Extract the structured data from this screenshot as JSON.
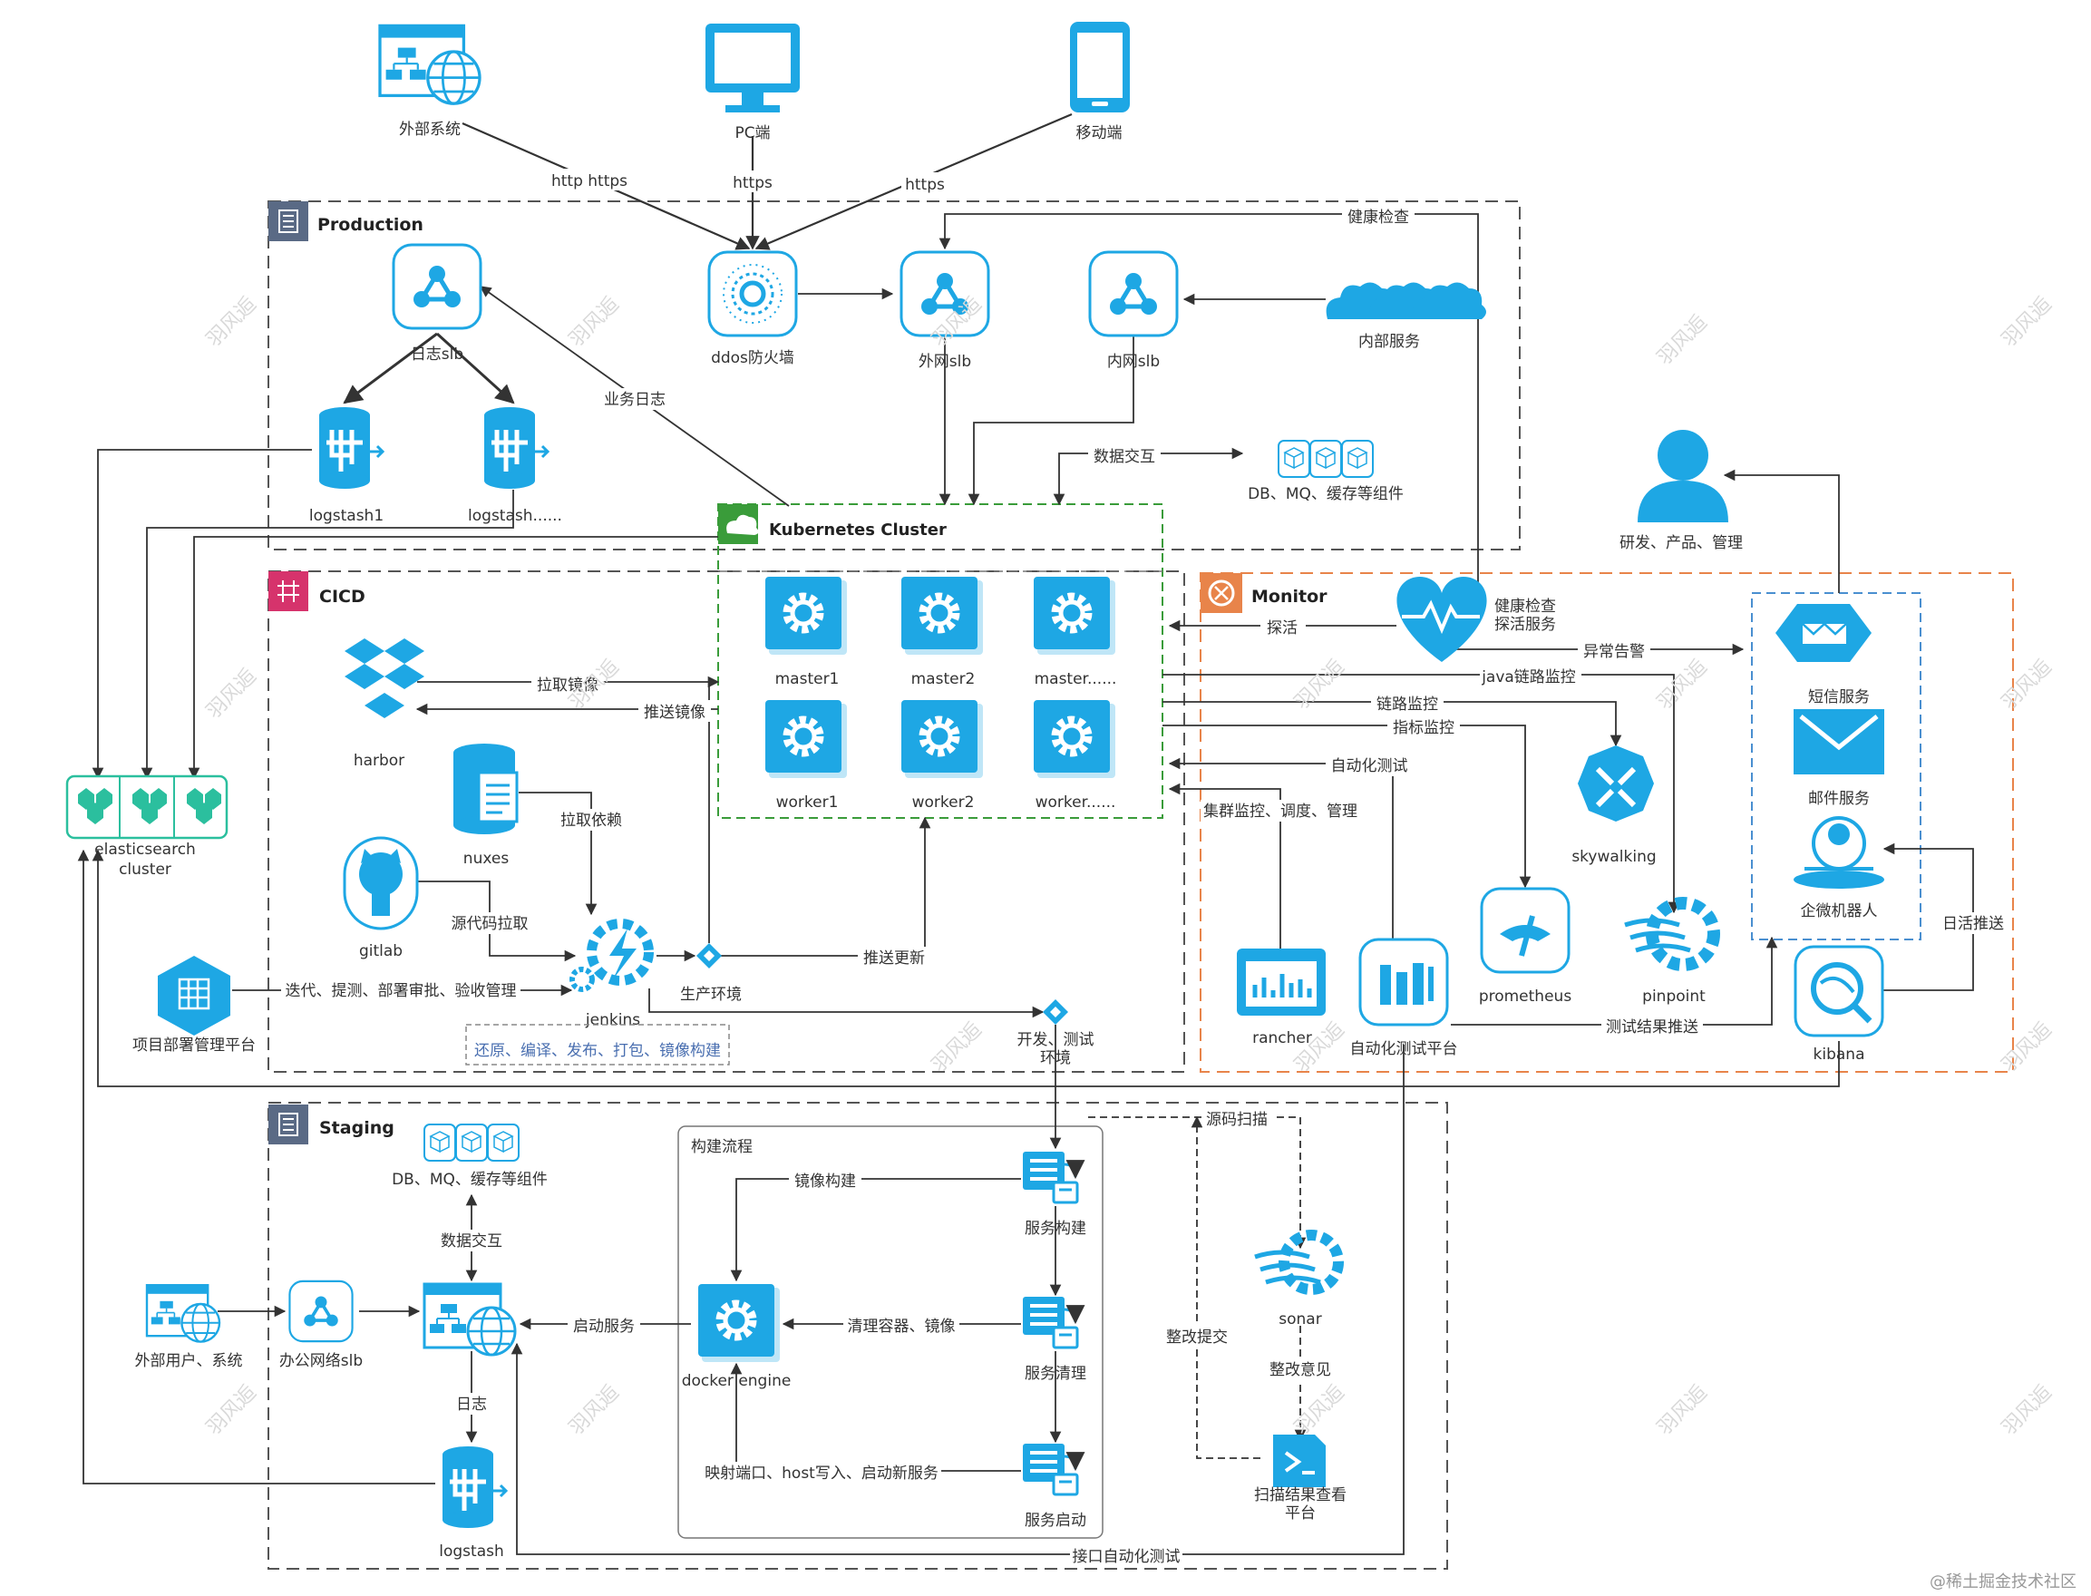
{
  "colors": {
    "icon": "#1ea7e4",
    "icon_dark": "#0e8fd0",
    "line": "#333333",
    "group_gray": "#555555",
    "group_green": "#3a9c3a",
    "group_orange": "#e8844a",
    "group_blue": "#4a8fd0",
    "watermark": "#d9d9d9"
  },
  "groups": {
    "production": "Production",
    "cicd": "CICD",
    "k8s": "Kubernetes Cluster",
    "monitor": "Monitor",
    "staging": "Staging",
    "build_flow": "构建流程",
    "jenkins_steps": "还原、编译、发布、打包、镜像构建"
  },
  "nodes": {
    "external_system": "外部系统",
    "pc": "PC端",
    "mobile": "移动端",
    "log_slb": "日志slb",
    "ddos": "ddos防火墙",
    "ext_slb": "外网slb",
    "int_slb": "内网slb",
    "internal_service": "内部服务",
    "logstash1": "logstash1",
    "logstash_more": "logstash......",
    "db_mq": "DB、MQ、缓存等组件",
    "elasticsearch": "elasticsearch\ncluster",
    "master1": "master1",
    "master2": "master2",
    "master_more": "master......",
    "worker1": "worker1",
    "worker2": "worker2",
    "worker_more": "worker......",
    "harbor": "harbor",
    "nuxes": "nuxes",
    "gitlab": "gitlab",
    "jenkins": "jenkins",
    "deploy_platform": "项目部署管理平台",
    "prod_env": "生产环境",
    "devtest_env": "开发、测试\n环境",
    "health_service": "健康检查\n探活服务",
    "rd_users": "研发、产品、管理",
    "sms": "短信服务",
    "email": "邮件服务",
    "wechat_bot": "企微机器人",
    "skywalking": "skywalking",
    "prometheus": "prometheus",
    "pinpoint": "pinpoint",
    "rancher": "rancher",
    "auto_test": "自动化测试平台",
    "kibana": "kibana",
    "stg_db_mq": "DB、MQ、缓存等组件",
    "ext_users": "外部用户、系统",
    "office_slb": "办公网络slb",
    "stg_logstash": "logstash",
    "docker_engine": "docker engine",
    "svc_build": "服务构建",
    "svc_clean": "服务清理",
    "svc_start": "服务启动",
    "sonar": "sonar",
    "scan_platform": "扫描结果查看\n平台"
  },
  "edges": {
    "http_https": "http https",
    "https_pc": "https",
    "https_mobile": "https",
    "health_check": "健康检查",
    "biz_log": "业务日志",
    "data_exchange": "数据交互",
    "pull_image": "拉取镜像",
    "push_image": "推送镜像",
    "pull_deps": "拉取依赖",
    "pull_source": "源代码拉取",
    "iteration": "迭代、提测、部署审批、验收管理",
    "push_update": "推送更新",
    "probe": "探活",
    "alert": "异常告警",
    "java_trace": "java链路监控",
    "trace": "链路监控",
    "metrics": "指标监控",
    "auto_testing": "自动化测试",
    "cluster_mgmt": "集群监控、调度、管理",
    "test_push": "测试结果推送",
    "log_push": "日活推送",
    "code_scan": "源码扫描",
    "image_build": "镜像构建",
    "start_service": "启动服务",
    "clean": "清理容器、镜像",
    "mapping": "映射端口、host写入、启动新服务",
    "stg_data_exchange": "数据交互",
    "stg_log": "日志",
    "fix_submit": "整改提交",
    "fix_advice": "整改意见",
    "api_test": "接口自动化测试"
  },
  "footer": "@稀土掘金技术社区",
  "watermark": "羽风逅"
}
